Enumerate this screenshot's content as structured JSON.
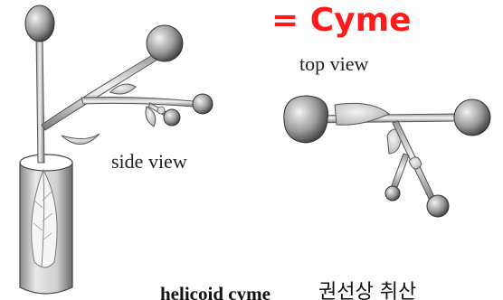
{
  "title": "= Cyme",
  "labels": {
    "top_view": "top view",
    "side_view": "side view",
    "caption_term": "helicoid cyme",
    "caption_korean": "권선상 취산"
  },
  "colors": {
    "title": "#ff1a1a",
    "flower_dark": "#3a3a3a",
    "flower_light": "#f0f0f0",
    "stem_light": "#e6e6e6",
    "stem_dark": "#808080"
  }
}
